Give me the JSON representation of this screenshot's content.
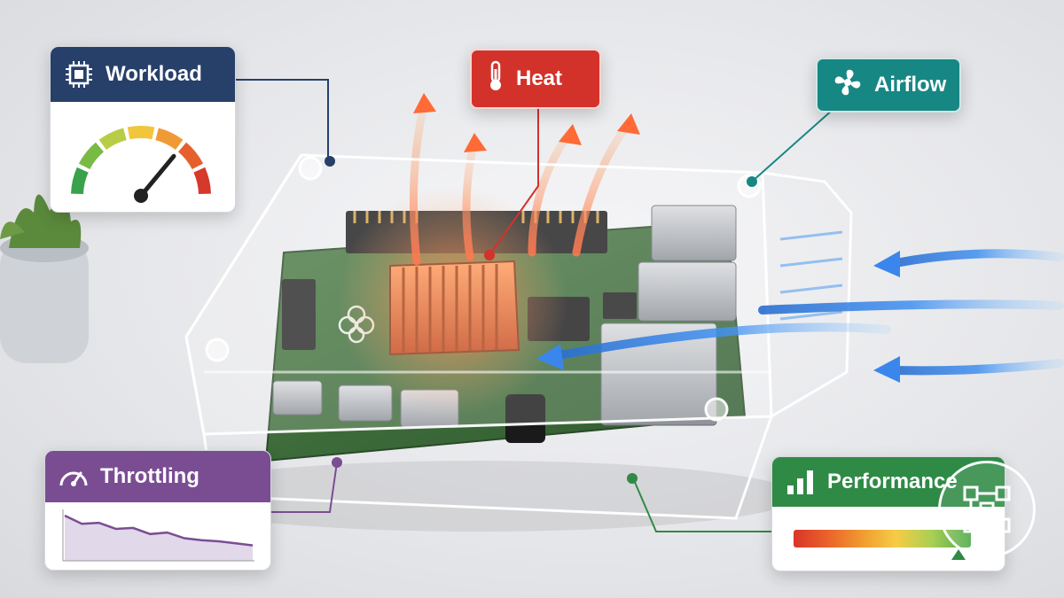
{
  "labels": {
    "workload": "Workload",
    "heat": "Heat",
    "airflow": "Airflow",
    "throttling": "Throttling",
    "performance": "Performance"
  },
  "workload_gauge_level": 0.72,
  "throttling_series": [
    0.88,
    0.72,
    0.74,
    0.62,
    0.64,
    0.52,
    0.55,
    0.44,
    0.4,
    0.38,
    0.34,
    0.3
  ],
  "performance_level": 0.93,
  "colors": {
    "workload": "#27406a",
    "heat": "#d3322a",
    "airflow": "#178784",
    "throttling": "#7a4d93",
    "performance": "#2f8a46",
    "pcb": "#3d6b3a",
    "heatsink": "#e36a33"
  },
  "icons": {
    "workload": "cpu-chip-icon",
    "heat": "thermometer-icon",
    "airflow": "fan-icon",
    "throttling": "speedometer-icon",
    "performance": "bar-chart-icon"
  }
}
